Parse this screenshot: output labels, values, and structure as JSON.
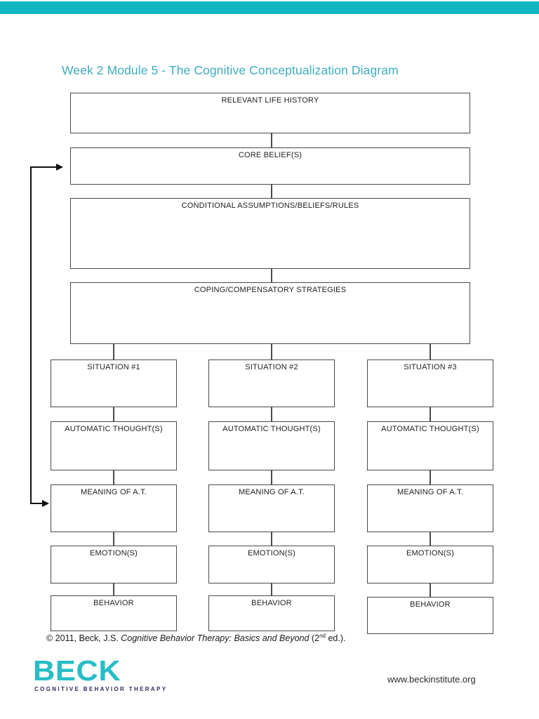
{
  "page": {
    "accent_teal": "#12b6c3",
    "title_color": "#3fadbd",
    "logo_teal": "#27bdc6",
    "logo_navy": "#2a2d5c",
    "box_border_color": "#4a4a4a"
  },
  "header": {
    "title": "Week 2 Module 5 - The Cognitive Conceptualization Diagram"
  },
  "diagram": {
    "top_boxes": [
      {
        "label": "RELEVANT LIFE HISTORY"
      },
      {
        "label": "CORE BELIEF(S)"
      },
      {
        "label": "CONDITIONAL ASSUMPTIONS/BELIEFS/RULES"
      },
      {
        "label": "COPING/COMPENSATORY STRATEGIES"
      }
    ],
    "columns": [
      {
        "rows": [
          {
            "label": "SITUATION #1"
          },
          {
            "label": "AUTOMATIC THOUGHT(S)"
          },
          {
            "label": "MEANING OF A.T."
          },
          {
            "label": "EMOTION(S)"
          },
          {
            "label": "BEHAVIOR"
          }
        ]
      },
      {
        "rows": [
          {
            "label": "SITUATION #2"
          },
          {
            "label": "AUTOMATIC THOUGHT(S)"
          },
          {
            "label": "MEANING OF A.T."
          },
          {
            "label": "EMOTION(S)"
          },
          {
            "label": "BEHAVIOR"
          }
        ]
      },
      {
        "rows": [
          {
            "label": "SITUATION #3"
          },
          {
            "label": "AUTOMATIC THOUGHT(S)"
          },
          {
            "label": "MEANING OF A.T."
          },
          {
            "label": "EMOTION(S)"
          },
          {
            "label": "BEHAVIOR"
          }
        ]
      }
    ]
  },
  "footer": {
    "copyright": {
      "prefix": "© 2011, Beck, J.S. ",
      "book_title": "Cognitive Behavior Therapy: Basics and Beyond",
      "paren_pre": " (2",
      "sup": "nd",
      "post": " ed.)."
    },
    "logo_text": "BECK",
    "logo_subtitle": "COGNITIVE BEHAVIOR THERAPY",
    "website": "www.beckinstitute.org"
  }
}
